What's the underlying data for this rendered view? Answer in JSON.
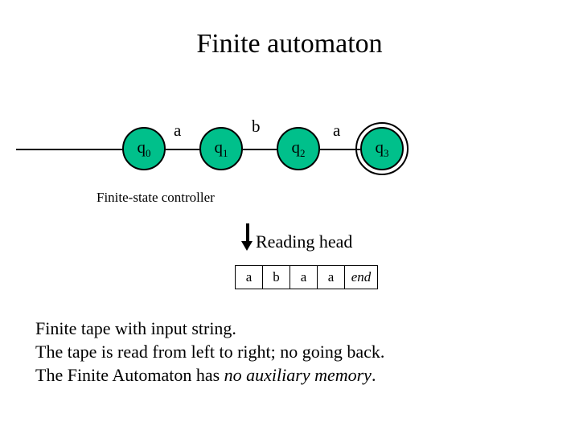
{
  "title": "Finite automaton",
  "automaton": {
    "states": [
      {
        "id": "q0",
        "label": "q",
        "sub": "0",
        "accepting": false
      },
      {
        "id": "q1",
        "label": "q",
        "sub": "1",
        "accepting": false
      },
      {
        "id": "q2",
        "label": "q",
        "sub": "2",
        "accepting": false
      },
      {
        "id": "q3",
        "label": "q",
        "sub": "3",
        "accepting": true
      }
    ],
    "transitions": [
      {
        "from": "q0",
        "to": "q1",
        "label": "a"
      },
      {
        "from": "q1",
        "to": "q2",
        "label": "b"
      },
      {
        "from": "q2",
        "to": "q3",
        "label": "a"
      }
    ],
    "start_arrow": true
  },
  "labels": {
    "finite_state_controller": "Finite-state controller",
    "reading_head": "Reading head"
  },
  "tape": {
    "cells": [
      "a",
      "b",
      "a",
      "a",
      "end"
    ],
    "end_cell_italic": true
  },
  "notes": {
    "line1": "Finite tape with input string.",
    "line2": "The tape is read from left to right; no going back.",
    "line3_prefix": "The Finite Automaton has ",
    "line3_italic": "no auxiliary memory",
    "line3_suffix": "."
  },
  "colors": {
    "state_fill": "#00C08B",
    "stroke": "#000000",
    "background": "#ffffff"
  }
}
